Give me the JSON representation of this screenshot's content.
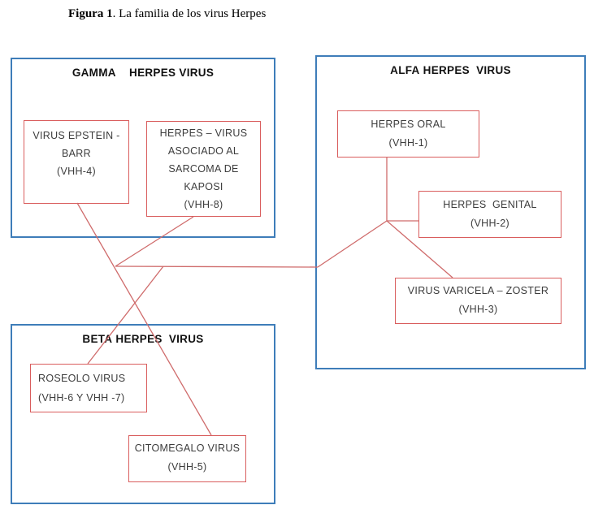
{
  "caption": {
    "bold": "Figura 1",
    "rest": ". La familia de los virus Herpes"
  },
  "groups": {
    "gamma": {
      "title": "GAMMA    HERPES VIRUS"
    },
    "alfa": {
      "title": "ALFA HERPES  VIRUS"
    },
    "beta": {
      "title": "BETA HERPES  VIRUS"
    }
  },
  "nodes": {
    "epstein_barr": {
      "lines": [
        "VIRUS EPSTEIN -",
        "BARR",
        "(VHH-4)"
      ]
    },
    "kaposi": {
      "lines": [
        "HERPES – VIRUS",
        "ASOCIADO AL",
        "SARCOMA DE",
        "KAPOSI",
        "(VHH-8)"
      ]
    },
    "herpes_oral": {
      "lines": [
        "HERPES ORAL",
        "(VHH-1)"
      ]
    },
    "herpes_genital": {
      "lines": [
        "HERPES  GENITAL",
        "(VHH-2)"
      ]
    },
    "varicela_zoster": {
      "lines": [
        "VIRUS VARICELA – ZOSTER",
        "(VHH-3)"
      ]
    },
    "roseolo": {
      "lines": [
        "ROSEOLO VIRUS",
        "(VHH-6 Y VHH -7)"
      ]
    },
    "citomegalo": {
      "lines": [
        "CITOMEGALO VIRUS",
        "(VHH-5)"
      ]
    }
  },
  "connections": [
    {
      "from": "VIRUS EPSTEIN - BARR (VHH-4)",
      "to": "CITOMEGALO VIRUS (VHH-5)"
    },
    {
      "from": "HERPES – VIRUS ASOCIADO AL SARCOMA DE KAPOSI (VHH-8)",
      "to": "hub-gamma"
    },
    {
      "from": "hub-gamma",
      "to": "hub-alfa"
    },
    {
      "from": "hub-gamma",
      "to": "ROSEOLO VIRUS (VHH-6 Y VHH -7)"
    },
    {
      "from": "HERPES ORAL (VHH-1)",
      "to": "hub-alfa"
    },
    {
      "from": "hub-alfa",
      "to": "HERPES GENITAL (VHH-2)"
    },
    {
      "from": "hub-alfa",
      "to": "VIRUS VARICELA – ZOSTER (VHH-3)"
    }
  ],
  "colors": {
    "outer_box_border": "#3e7db9",
    "inner_box_border": "#d95d5d",
    "connector_line": "#cf6b6b",
    "node_text": "#3c3c3c",
    "header_text": "#111111",
    "background": "#ffffff"
  }
}
